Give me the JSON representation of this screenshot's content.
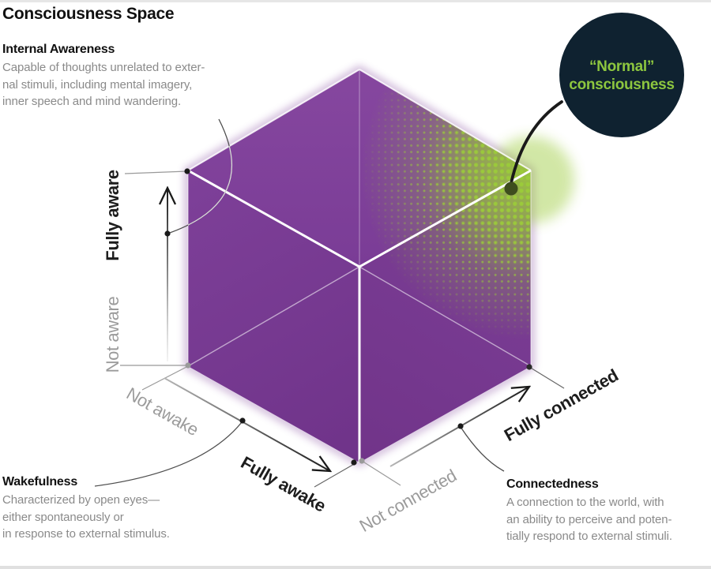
{
  "title": "Consciousness Space",
  "annotations": {
    "internal_awareness": {
      "heading": "Internal Awareness",
      "lines": [
        "Capable of thoughts unrelated to exter-",
        "nal stimuli, including mental imagery,",
        "inner speech and mind wandering."
      ]
    },
    "wakefulness": {
      "heading": "Wakefulness",
      "lines": [
        "Characterized by open eyes—",
        "either spontaneously or",
        "in response to external stimulus."
      ]
    },
    "connectedness": {
      "heading": "Connectedness",
      "lines": [
        "A connection to the world, with",
        "an ability to perceive and poten-",
        "tially respond to external stimuli."
      ]
    }
  },
  "axes": {
    "awareness": {
      "positive": "Fully aware",
      "negative": "Not aware"
    },
    "wakefulness": {
      "positive": "Fully awake",
      "negative": "Not awake"
    },
    "connectedness": {
      "positive": "Fully connected",
      "negative": "Not connected"
    }
  },
  "callout": {
    "line1": "“Normal”",
    "line2": "consciousness"
  },
  "colors": {
    "cube_purple": "#7A3E96",
    "glow_green": "#9BCB3A",
    "callout_bg": "#0F2230",
    "callout_text": "#8DC63F",
    "heading_text": "#111111",
    "body_text": "#8A8A8A",
    "axis_gray": "#9B9B9B",
    "axis_black": "#1D1D1D"
  }
}
